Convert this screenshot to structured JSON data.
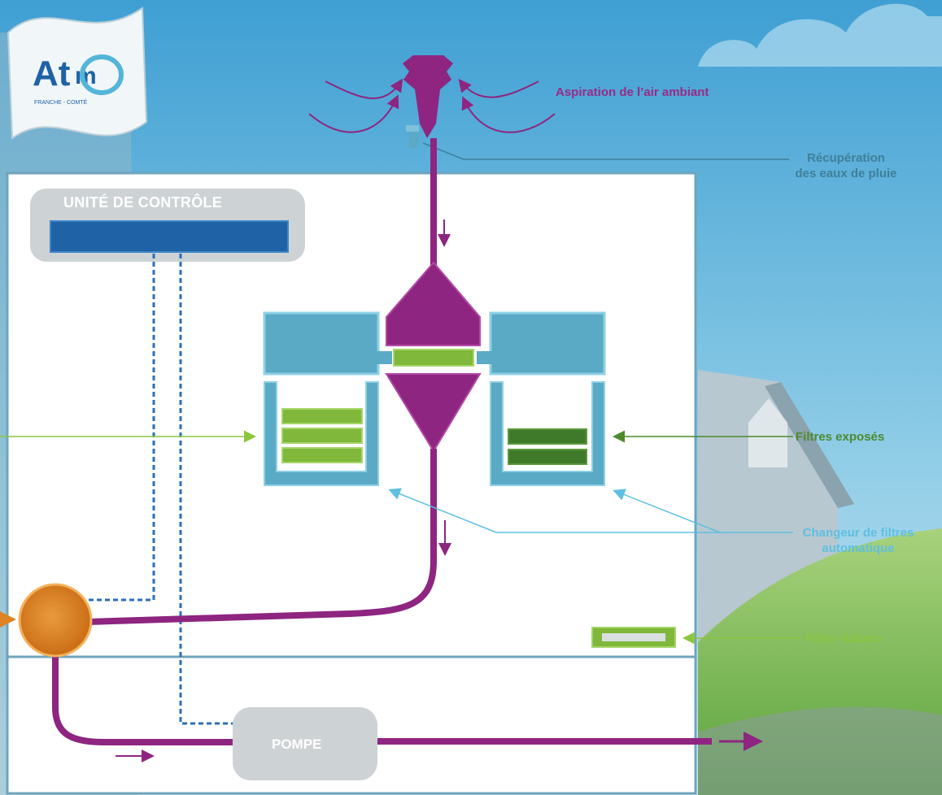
{
  "logo": {
    "text": "Atmo",
    "subtitle": "FRANCHE - COMTÉ"
  },
  "labels": {
    "aspiration": "Aspiration de l’air ambiant",
    "rain_line1": "Récupération",
    "rain_line2": "des eaux de pluie",
    "control_unit": "UNITÉ DE CONTRÔLE",
    "exposed_filters": "Filtres exposés",
    "changer_line1": "Changeur de filtres",
    "changer_line2": "automatique",
    "blank_filter": "Filtre «blanc»",
    "pump": "POMPE"
  },
  "colors": {
    "purple": "#8e2581",
    "box_blue": "#5aaac6",
    "control_blue": "#1f63a6",
    "pump_orange": "#de8424",
    "filter_green_light": "#7fb83a",
    "filter_green_dark": "#3f7a2a",
    "dashed_blue": "#2c6fb5"
  }
}
